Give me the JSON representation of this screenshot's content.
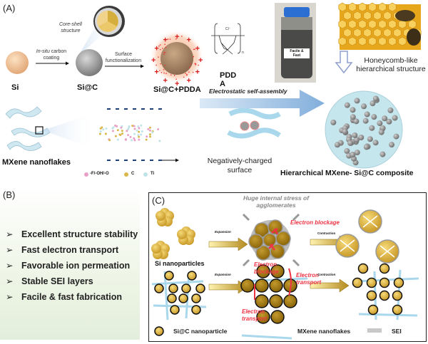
{
  "panel_a": {
    "label": "(A)",
    "si_label": "Si",
    "sic_label": "Si@C",
    "sic_pdda_label": "Si@C+PDDA",
    "pdda_label_line1": "PDD",
    "pdda_label_line2": "A",
    "core_shell_line1": "Core-shell",
    "core_shell_line2": "structure",
    "step1_line1_italic": "In-situ",
    "step1_line1_rest": " carbon",
    "step1_line2": "coating",
    "step2_line1": "Surface",
    "step2_line2": "functionalization",
    "pdda_counterion": "Cl⁻",
    "pdda_subscript": "n",
    "jar_label_line1": "Facile &",
    "jar_label_line2": "Fast",
    "honeycomb_line1": "Honeycomb-like",
    "honeycomb_line2": "hierarchical structure",
    "self_assembly": "Electrostatic self-assembly",
    "neg_surface_line1": "Negatively-charged",
    "neg_surface_line2": "surface",
    "mxene_label": "MXene nanoflakes",
    "composite_label": "Hierarchical MXene- Si@C composite",
    "legend": [
      {
        "label": "-F/-OH/-O",
        "color": "#e9a0c8"
      },
      {
        "label": "C",
        "color": "#d8b84a"
      },
      {
        "label": "Ti",
        "color": "#bfe4e8"
      }
    ]
  },
  "panel_b": {
    "label": "(B)",
    "bullet_symbol": "➢",
    "items": [
      "Excellent structure stability",
      "Fast electron transport",
      "Favorable ion permeation",
      "Stable SEI layers",
      "Facile & fast fabrication"
    ]
  },
  "panel_c": {
    "label": "(C)",
    "stress_line1": "Huge internal stress of",
    "stress_line2": "agglomerates",
    "electron_blockage": "Electron blockage",
    "electron_blockage2_line1": "Electron",
    "electron_blockage2_line2": "blockage",
    "electron_transport_a_line1": "Electron",
    "electron_transport_a_line2": "transport",
    "electron_transport_b_line1": "Electron",
    "electron_transport_b_line2": "transport",
    "expansion_top": "Expansion",
    "contraction_top": "Contraction",
    "expansion_bottom": "Expansion",
    "contraction_bottom": "Contraction",
    "si_nanoparticles": "Si nanoparticles",
    "legend_sic": "Si@C nanoparticle",
    "legend_mxene": "MXene nanoflakes",
    "legend_sei": "SEI"
  },
  "colors": {
    "si_peach": "#f2c79a",
    "gold": "#d9b04a",
    "dark_gold": "#a97c10",
    "mxene_blue": "#a9d8ec",
    "arrow_blue": "#8db8e0",
    "red_text": "#ee3344",
    "sei_gray": "#c8c8c8"
  }
}
